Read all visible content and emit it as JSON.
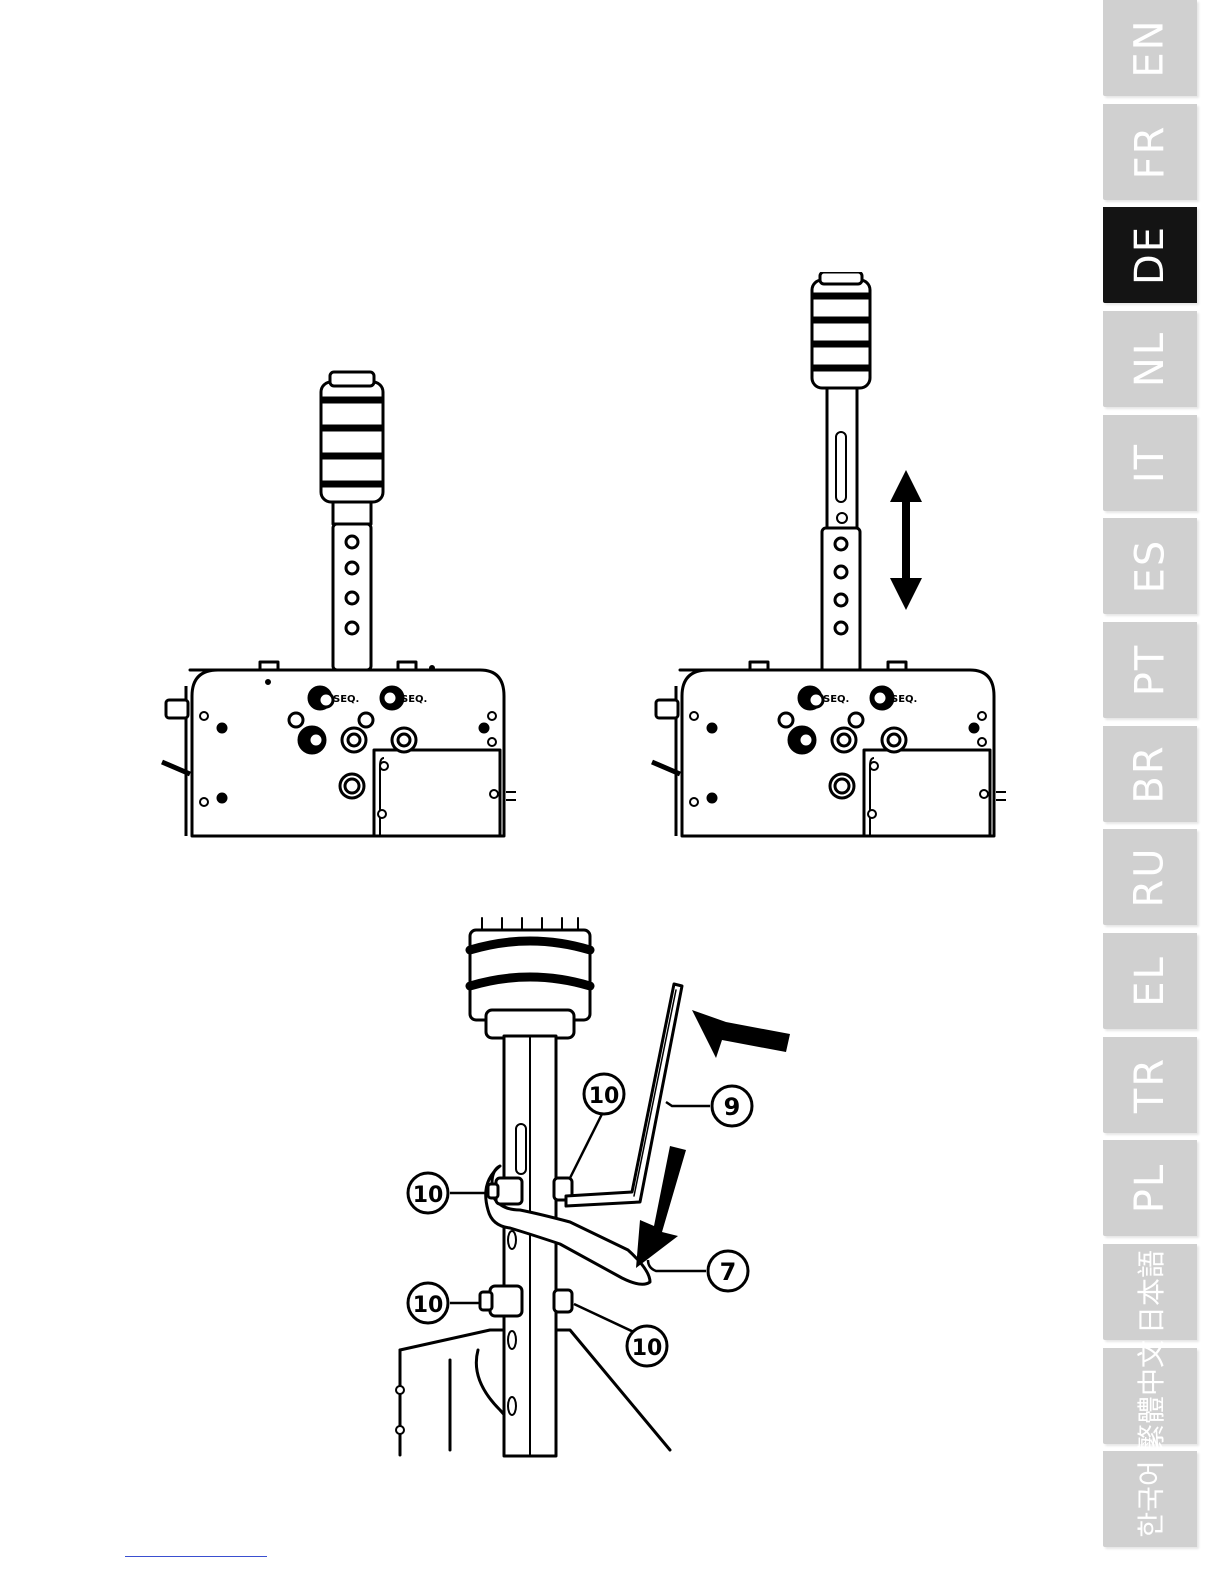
{
  "languages": [
    {
      "code": "EN",
      "active": false
    },
    {
      "code": "FR",
      "active": false
    },
    {
      "code": "DE",
      "active": true
    },
    {
      "code": "NL",
      "active": false
    },
    {
      "code": "IT",
      "active": false
    },
    {
      "code": "ES",
      "active": false
    },
    {
      "code": "PT",
      "active": false
    },
    {
      "code": "BR",
      "active": false
    },
    {
      "code": "RU",
      "active": false
    },
    {
      "code": "EL",
      "active": false
    },
    {
      "code": "TR",
      "active": false
    },
    {
      "code": "PL",
      "active": false
    },
    {
      "code": "日本語",
      "active": false
    },
    {
      "code": "繁體中文",
      "active": false
    },
    {
      "code": "한국어",
      "active": false
    }
  ],
  "figures": {
    "left_unit": {
      "switch_label_1": "SEQ.",
      "switch_label_2": "SEQ."
    },
    "right_unit": {
      "switch_label_1": "SEQ.",
      "switch_label_2": "SEQ."
    },
    "detail": {
      "callout_wrench": "7",
      "callout_hex_key": "9",
      "callout_nut_top_left": "10",
      "callout_nut_top_right": "10",
      "callout_nut_bottom_left": "10",
      "callout_nut_bottom_right": "10"
    }
  },
  "colors": {
    "tab_inactive": "#d0d0d0",
    "tab_active": "#141414",
    "tab_text": "#ffffff",
    "line_art": "#000000"
  }
}
